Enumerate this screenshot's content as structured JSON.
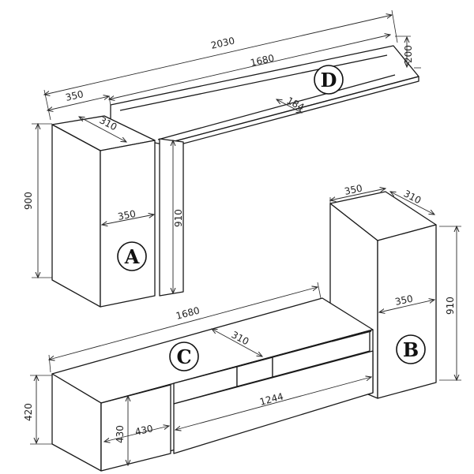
{
  "units": {
    "A": {
      "label": "A",
      "width": "350",
      "depth": "310",
      "height_left": "900",
      "height_right": "910"
    },
    "B": {
      "label": "B",
      "width": "350",
      "depth": "310",
      "height": "910",
      "top_width": "350"
    },
    "C": {
      "label": "C",
      "length": "1680",
      "depth": "310",
      "height": "420",
      "front_height": "430",
      "front_width": "430",
      "drawer_width": "1244"
    },
    "D": {
      "label": "D",
      "total_length": "2030",
      "shelf_length": "1680",
      "depth": "184",
      "end_width": "350",
      "height": "200"
    }
  }
}
